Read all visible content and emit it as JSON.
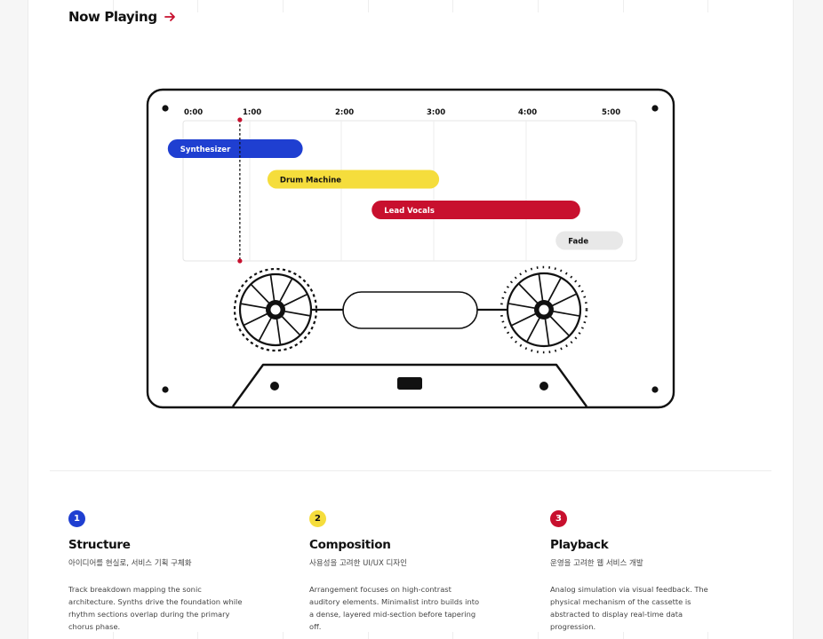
{
  "header": {
    "title": "Now Playing",
    "arrow_icon": "arrow-right-icon",
    "accent": "#c8102e"
  },
  "timeline": {
    "time_labels": [
      "0:00",
      "1:00",
      "2:00",
      "3:00",
      "4:00",
      "5:00"
    ],
    "playhead_time": "0:55",
    "tracks": [
      {
        "label": "Synthesizer",
        "start": "0:08",
        "end": "1:36",
        "color": "#1f3fd1",
        "text_color": "#ffffff"
      },
      {
        "label": "Drum Machine",
        "start": "1:13",
        "end": "3:05",
        "color": "#f5dd3c",
        "text_color": "#111111"
      },
      {
        "label": "Lead Vocals",
        "start": "2:21",
        "end": "4:37",
        "color": "#c8102e",
        "text_color": "#ffffff"
      },
      {
        "label": "Fade",
        "start": "4:21",
        "end": "5:05",
        "color": "#e8e8e8",
        "text_color": "#111111"
      }
    ]
  },
  "features": [
    {
      "number": "1",
      "color": "#1f3fd1",
      "title": "Structure",
      "subtitle": "아이디어를 현실로, 서비스 기획 구체화",
      "description": "Track breakdown mapping the sonic architecture. Synths drive the foundation while rhythm sections overlap during the primary chorus phase."
    },
    {
      "number": "2",
      "color": "#f5dd3c",
      "title": "Composition",
      "subtitle": "사용성을 고려한 UI/UX 디자인",
      "description": "Arrangement focuses on high-contrast auditory elements. Minimalist intro builds into a dense, layered mid-section before tapering off."
    },
    {
      "number": "3",
      "color": "#c8102e",
      "title": "Playback",
      "subtitle": "운영을 고려한 웹 서비스 개발",
      "description": "Analog simulation via visual feedback. The physical mechanism of the cassette is abstracted to display real-time data progression."
    }
  ]
}
